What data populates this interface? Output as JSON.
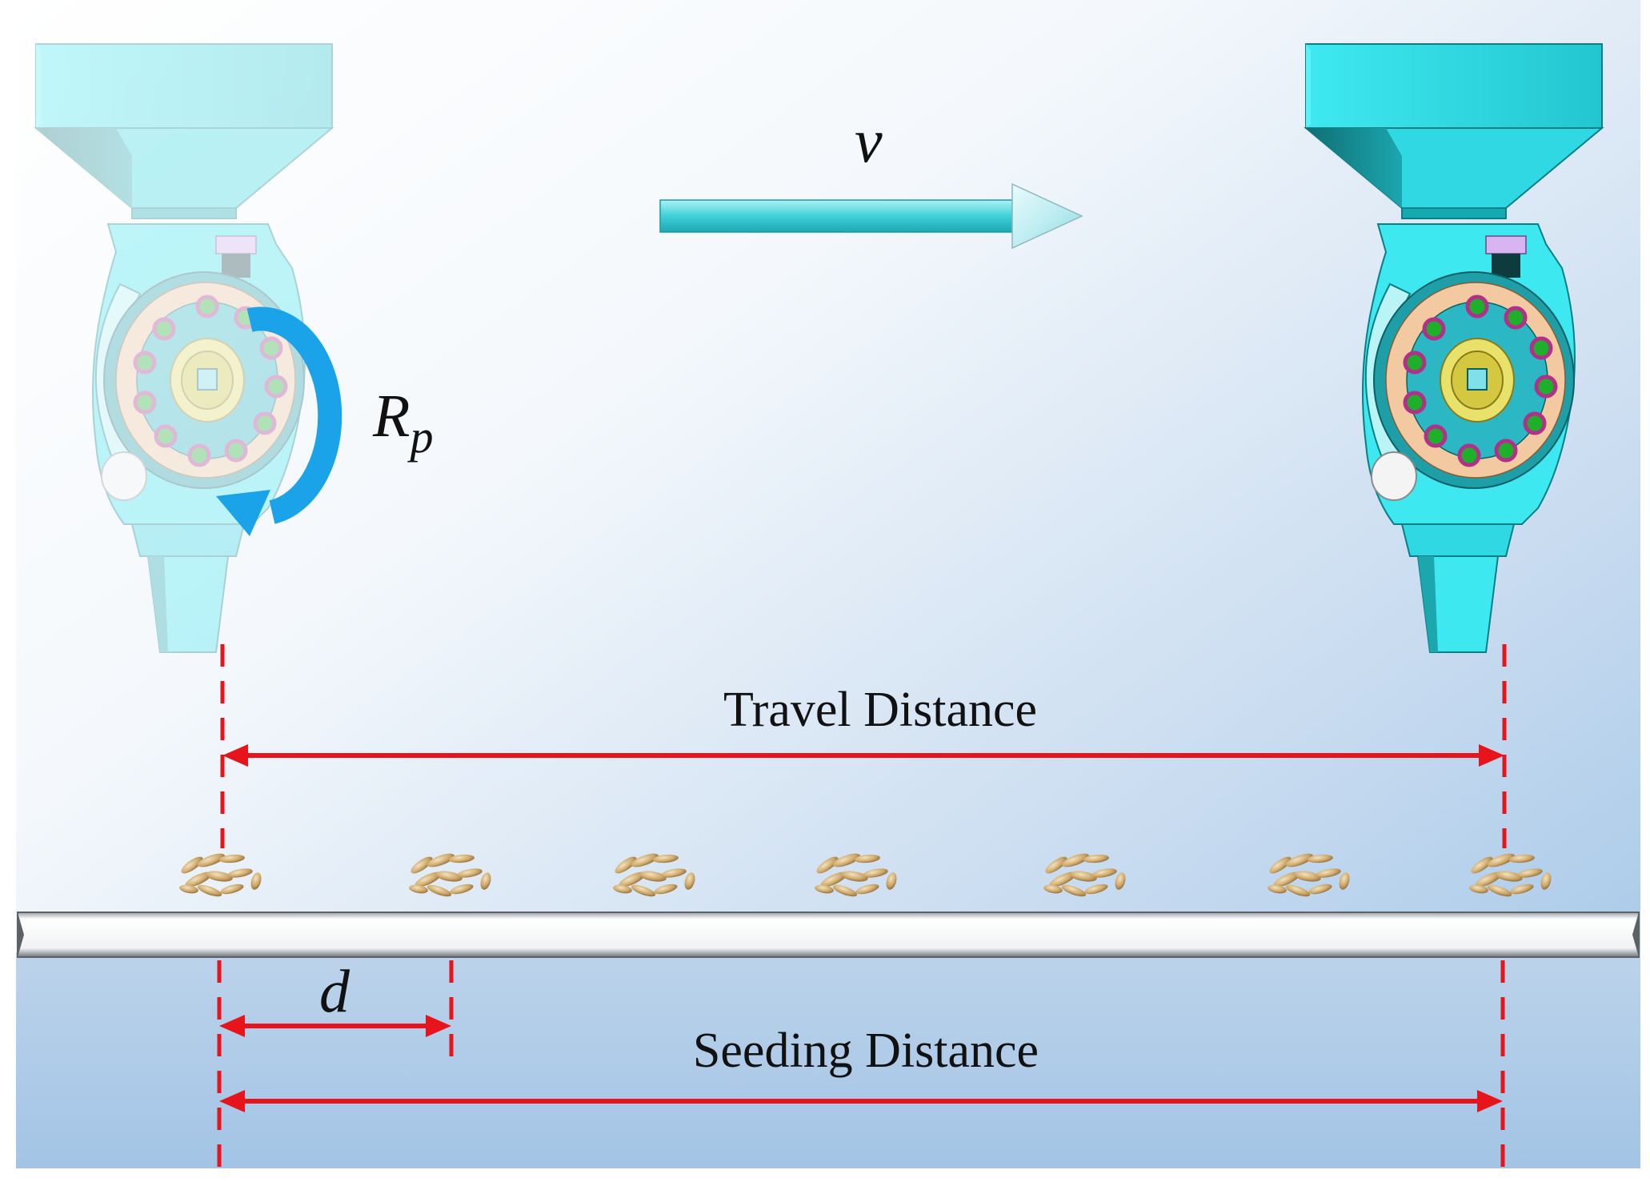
{
  "labels": {
    "velocity": "v",
    "rotation_main": "R",
    "rotation_sub": "p",
    "travel_distance": "Travel Distance",
    "seed_spacing": "d",
    "seeding_distance": "Seeding Distance"
  },
  "colors": {
    "background_top": "#ffffff",
    "background_bottom": "#9ec3e6",
    "dimension_red": "#e8141c",
    "rotation_arrow": "#1aa3e8",
    "velocity_arrow": "#3fd0d8",
    "metering_device": "#3de8f0",
    "metering_device_faded": "#b8f2f6",
    "seed": "#c9a66b",
    "ground_bar": "#f4f6f8"
  },
  "icons": {
    "seed_meter_start": "seed-metering-device-icon",
    "seed_meter_end": "seed-metering-device-icon",
    "rotation": "curved-rotation-arrow-icon",
    "velocity": "right-arrow-icon",
    "seed_cluster": "rice-seed-icon"
  },
  "seed_cluster_count": 7
}
